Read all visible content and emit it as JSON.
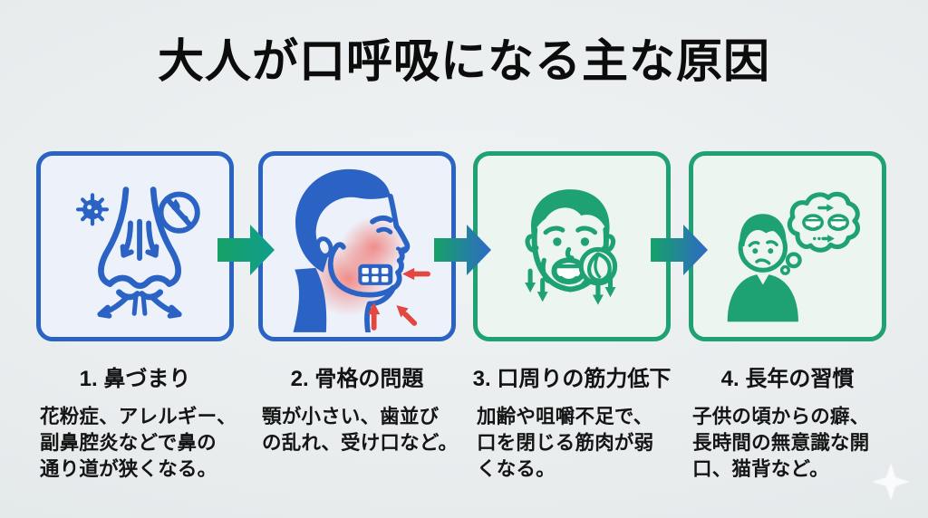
{
  "title": "大人が口呼吸になる主な原因",
  "colors": {
    "background": "#e8eced",
    "blue": "#2b63c5",
    "green": "#1ea173",
    "red_accent": "#e2483f",
    "text": "#141414",
    "card_blue_fill": "#edf1f9",
    "card_green_fill": "#ecf5f0",
    "arrow_green": "#16a267",
    "arrow_teal": "#109e8c",
    "arrow_blue": "#2e6ac6"
  },
  "cards": [
    {
      "title": "1. 鼻づまり",
      "description": "花粉症、アレルギー、\n副鼻腔炎などで鼻の\n通り道が狭くなる。",
      "icon": "congested-nose-icon",
      "theme": "blue"
    },
    {
      "title": "2. 骨格の問題",
      "description": "顎が小さい、歯並び\nの乱れ、受け口など。",
      "icon": "small-jaw-profile-icon",
      "theme": "blue"
    },
    {
      "title": "3. 口周りの筋力低下",
      "description": "加齢や咀嚼不足で、\n口を閉じる筋肉が弱\nくなる。",
      "icon": "weak-mouth-muscles-icon",
      "theme": "green"
    },
    {
      "title": "4. 長年の習慣",
      "description": "子供の頃からの癖、\n長時間の無意識な開\n口、猫背など。",
      "icon": "longtime-habit-icon",
      "theme": "green"
    }
  ],
  "arrows": [
    "green-to-teal",
    "green-to-blue",
    "green-to-blue"
  ],
  "decoration": {
    "sparkle": "four-point-star"
  }
}
